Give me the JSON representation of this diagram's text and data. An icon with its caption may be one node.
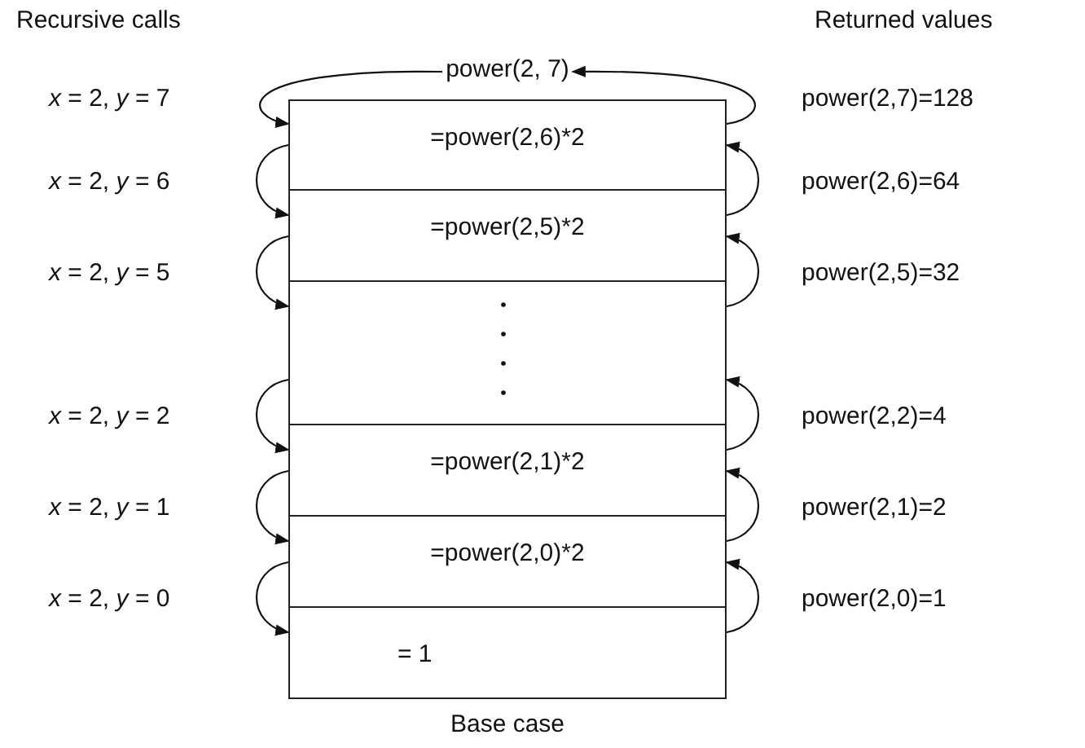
{
  "diagram": {
    "nodes": [
      {
        "text": [
          "power(2, 7)"
        ]
      },
      {
        "text": [
          "=power(2,6)*2"
        ]
      },
      {
        "text": [
          "=power(2,5)*2"
        ]
      },
      {
        "text": [],
        "shape": "box"
      },
      {
        "text": [
          "=power(2,1)*2"
        ]
      },
      {
        "text": [
          "=power(2,0)*2"
        ]
      },
      {
        "text": [
          "= 1"
        ],
        "beside": [
          "Base case"
        ]
      }
    ],
    "edges": [
      {
        "from": 0,
        "to": 1,
        "arrow": "to",
        "label": "*x* = 2, *y* = 7"
      },
      {
        "from": 1,
        "to": 2,
        "arrow": "to",
        "label": "*x* = 2, *y* = 6"
      },
      {
        "from": 2,
        "to": 3,
        "arrow": "to",
        "label": "*x* = 2, *y* = 5"
      },
      {
        "from": 3,
        "to": 4,
        "arrow": "to",
        "label": "*x* = 2, *y* = 2"
      },
      {
        "from": 4,
        "to": 5,
        "arrow": "to",
        "label": "*x* = 2, *y* = 1"
      },
      {
        "from": 5,
        "to": 6,
        "arrow": "to",
        "label": "*x* = 2, *y* = 0"
      },
      {
        "from": 1,
        "to": 0,
        "arrow": "to",
        "label": "power(2,7)=128"
      },
      {
        "from": 2,
        "to": 1,
        "arrow": "to",
        "label": "power(2,6)=64"
      },
      {
        "from": 3,
        "to": 2,
        "arrow": "to",
        "label": "power(2,5)=32"
      },
      {
        "from": 4,
        "to": 3,
        "arrow": "to",
        "label": "power(2,2)=4"
      },
      {
        "from": 5,
        "to": 4,
        "arrow": "to",
        "label": "power(2,1)=2"
      },
      {
        "from": 6,
        "to": 5,
        "arrow": "to",
        "label": "power(2,0)=1"
      }
    ],
    "labels": [
      "Recursive calls",
      "Returned values"
    ]
  }
}
